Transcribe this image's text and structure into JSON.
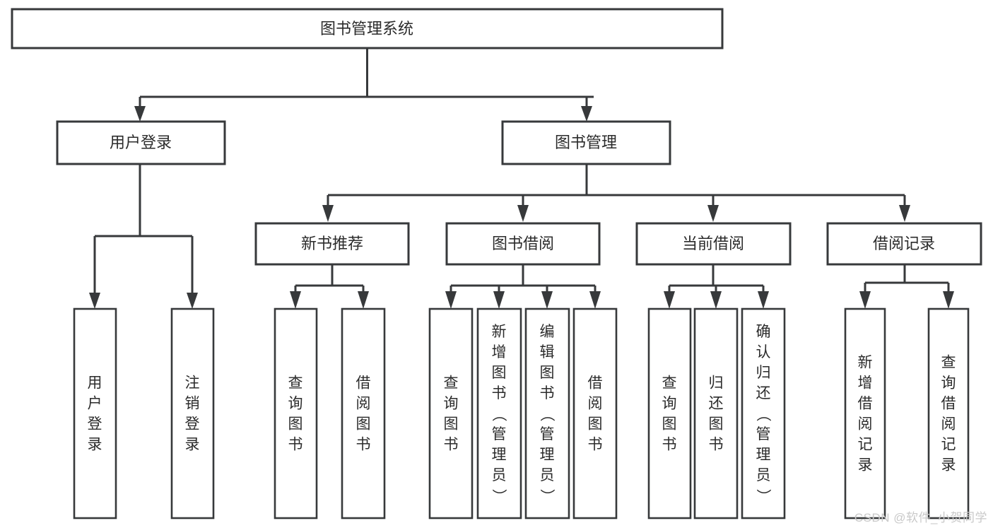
{
  "diagram": {
    "type": "tree-hierarchy",
    "title": "图书管理系统",
    "watermark": "CSDN @软件_小贺同学",
    "colors": {
      "stroke": "#37393b",
      "fill": "#ffffff",
      "text": "#2b2b2b",
      "watermark": "#c9c9c9",
      "background": "#ffffff"
    },
    "root": {
      "label": "图书管理系统"
    },
    "level1": [
      {
        "label": "用户登录"
      },
      {
        "label": "图书管理"
      }
    ],
    "level2": [
      {
        "label": "新书推荐"
      },
      {
        "label": "图书借阅"
      },
      {
        "label": "当前借阅"
      },
      {
        "label": "借阅记录"
      }
    ],
    "leaves": {
      "user_login": [
        {
          "label": "用户登录"
        },
        {
          "label": "注销登录"
        }
      ],
      "new_book_recommend": [
        {
          "label": "查询图书"
        },
        {
          "label": "借阅图书"
        }
      ],
      "book_borrow": [
        {
          "label": "查询图书"
        },
        {
          "label": "新增图书（管理员）"
        },
        {
          "label": "编辑图书（管理员）"
        },
        {
          "label": "借阅图书"
        }
      ],
      "current_borrow": [
        {
          "label": "查询图书"
        },
        {
          "label": "归还图书"
        },
        {
          "label": "确认归还（管理员）"
        }
      ],
      "borrow_records": [
        {
          "label": "新增借阅记录"
        },
        {
          "label": "查询借阅记录"
        }
      ]
    }
  }
}
